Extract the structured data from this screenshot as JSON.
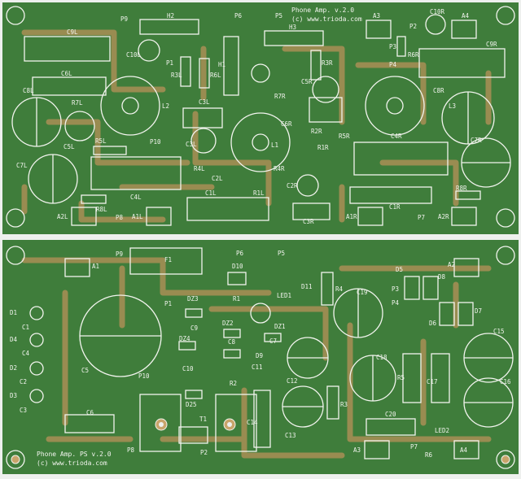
{
  "colors": {
    "board": "#3f7d3b",
    "silkscreen": "#f2f4ee",
    "copper": "#b8925a",
    "background": "#eef0ee"
  },
  "board_top": {
    "title": "Phone Amp. v.2.0",
    "copyright": "(c) www.trioda.com",
    "labels": [
      "P9",
      "H2",
      "P6",
      "P5",
      "A3",
      "C10R",
      "A4",
      "P2",
      "C9L",
      "C10L",
      "P1",
      "R3L",
      "R6L",
      "H1",
      "H3",
      "R3R",
      "P3",
      "P4",
      "R6R",
      "C9R",
      "C6L",
      "R7L",
      "C8L",
      "L2",
      "C5R",
      "R7R",
      "C8R",
      "L3",
      "C3L",
      "C6R",
      "R2R",
      "R5R",
      "C4R",
      "C5L",
      "R5L",
      "P10",
      "C3L",
      "L1",
      "R1R",
      "C7R",
      "C7L",
      "R4L",
      "C2L",
      "R4R",
      "C2R",
      "C4L",
      "C1L",
      "R1L",
      "C1R",
      "R8L",
      "R8R",
      "A2L",
      "P8",
      "A1L",
      "C3R",
      "A1R",
      "P7",
      "A2R"
    ]
  },
  "board_bottom": {
    "title": "Phone Amp. PS v.2.0",
    "copyright": "(c) www.trioda.com",
    "labels": [
      "A1",
      "P9",
      "F1",
      "P6",
      "P5",
      "D10",
      "R1",
      "LED1",
      "D11",
      "R4",
      "P3",
      "P4",
      "C19",
      "D5",
      "A2",
      "D8",
      "D1",
      "P1",
      "DZ3",
      "DZ2",
      "DZ1",
      "D6",
      "D7",
      "D4",
      "C1",
      "C9",
      "DZ4",
      "C8",
      "C7",
      "C4",
      "C10",
      "D9",
      "C11",
      "C12",
      "C18",
      "R5",
      "R2",
      "R3",
      "C15",
      "C5",
      "D2",
      "C2",
      "P10",
      "C16",
      "C17",
      "D3",
      "C3",
      "D25",
      "T1",
      "C14",
      "C13",
      "C20",
      "C6",
      "LED2",
      "P8",
      "P2",
      "A3",
      "P7",
      "R6",
      "A4"
    ]
  }
}
